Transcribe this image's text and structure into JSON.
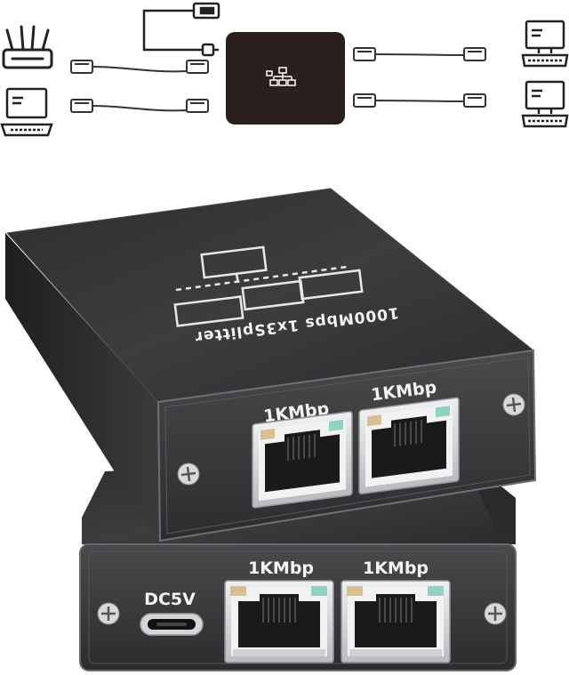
{
  "diagram": {
    "devices": {
      "left": [
        "router-icon",
        "laptop-icon"
      ],
      "right": [
        "desktop-computer-icon",
        "desktop-computer-icon"
      ]
    },
    "hub_icon": "network-topology-icon",
    "power_cable": "usb-to-usb-c-cable-icon"
  },
  "upper_unit": {
    "top_label": "1000Mbps 1x3Splitter",
    "ports": [
      {
        "label": "1KMbp"
      },
      {
        "label": "1KMbp"
      }
    ]
  },
  "lower_unit": {
    "power_label": "DC5V",
    "ports": [
      {
        "label": "1KMbp"
      },
      {
        "label": "1KMbp"
      }
    ]
  },
  "colors": {
    "housing": "#3a3a3c",
    "housing_dark": "#2a2a2c",
    "hub_box": "#2a1e1e",
    "led_amber": "#d7c08e",
    "led_green": "#8fd3c5",
    "port_metal": "#d8dadd"
  }
}
